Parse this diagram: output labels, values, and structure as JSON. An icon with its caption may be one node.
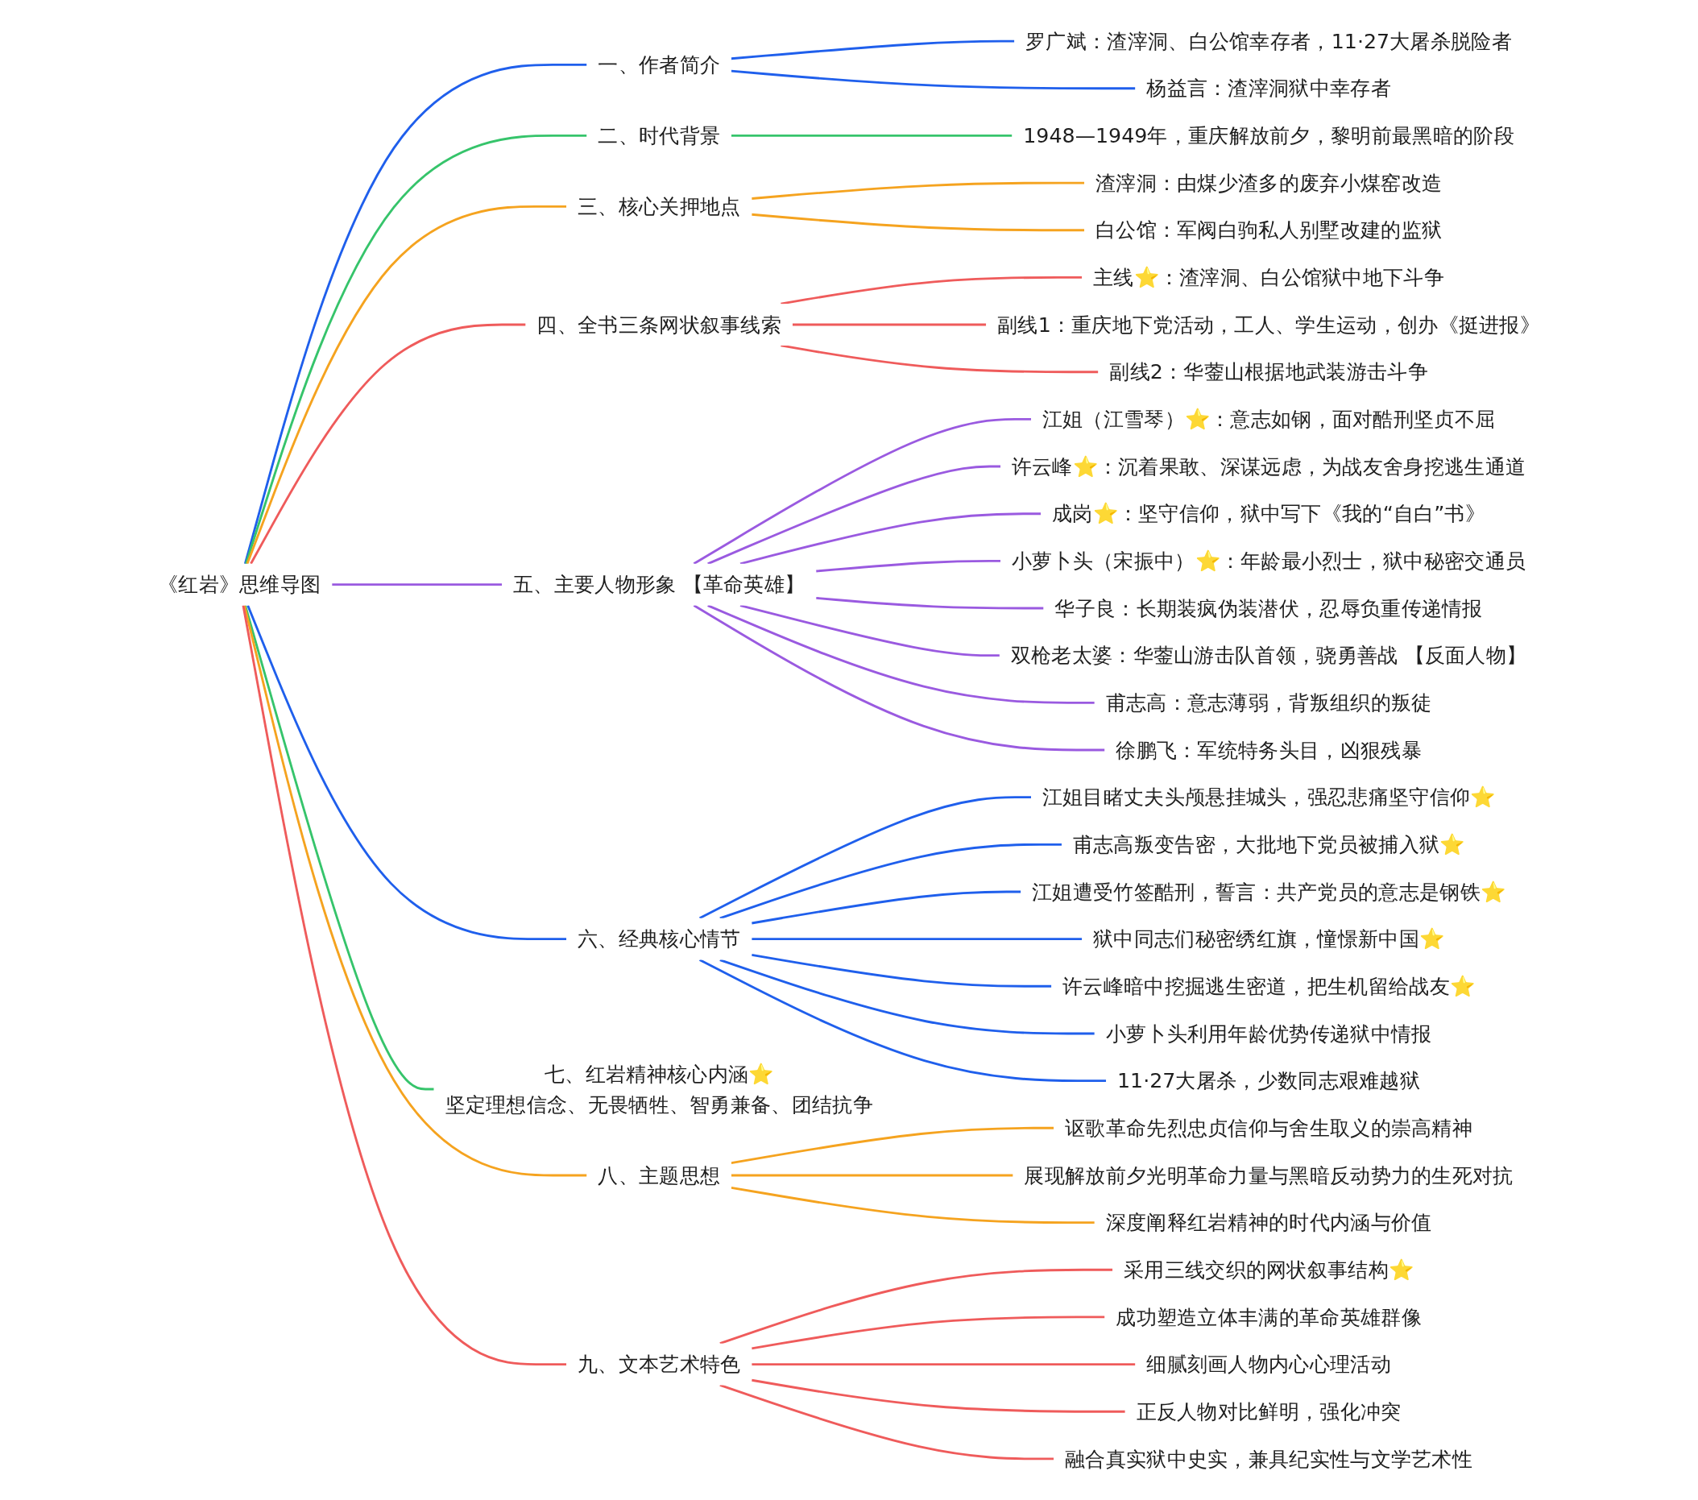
{
  "diagram": {
    "nodes": [
      {
        "text": [
          "《红岩》思维导图"
        ]
      },
      {
        "text": [
          "一、作者简介"
        ]
      },
      {
        "text": [
          "罗广斌：渣滓洞、白公馆幸存者，11·27大屠杀脱险者"
        ]
      },
      {
        "text": [
          "杨益言：渣滓洞狱中幸存者"
        ]
      },
      {
        "text": [
          "二、时代背景"
        ]
      },
      {
        "text": [
          "1948—1949年，重庆解放前夕，黎明前最黑暗的阶段"
        ]
      },
      {
        "text": [
          "三、核心关押地点"
        ]
      },
      {
        "text": [
          "渣滓洞：由煤少渣多的废弃小煤窑改造"
        ]
      },
      {
        "text": [
          "白公馆：军阀白驹私人别墅改建的监狱"
        ]
      },
      {
        "text": [
          "四、全书三条网状叙事线索"
        ]
      },
      {
        "text": [
          "主线⭐：渣滓洞、白公馆狱中地下斗争"
        ]
      },
      {
        "text": [
          "副线1：重庆地下党活动，工人、学生运动，创办《挺进报》"
        ]
      },
      {
        "text": [
          "副线2：华蓥山根据地武装游击斗争"
        ]
      },
      {
        "text": [
          "五、主要人物形象 【革命英雄】"
        ]
      },
      {
        "text": [
          "江姐（江雪琴）⭐：意志如钢，面对酷刑坚贞不屈"
        ]
      },
      {
        "text": [
          "许云峰⭐：沉着果敢、深谋远虑，为战友舍身挖逃生通道"
        ]
      },
      {
        "text": [
          "成岗⭐：坚守信仰，狱中写下《我的“自白”书》"
        ]
      },
      {
        "text": [
          "小萝卜头（宋振中）⭐：年龄最小烈士，狱中秘密交通员"
        ]
      },
      {
        "text": [
          "华子良：长期装疯伪装潜伏，忍辱负重传递情报"
        ]
      },
      {
        "text": [
          "双枪老太婆：华蓥山游击队首领，骁勇善战 【反面人物】"
        ]
      },
      {
        "text": [
          "甫志高：意志薄弱，背叛组织的叛徒"
        ]
      },
      {
        "text": [
          "徐鹏飞：军统特务头目，凶狠残暴"
        ]
      },
      {
        "text": [
          "六、经典核心情节"
        ]
      },
      {
        "text": [
          "江姐目睹丈夫头颅悬挂城头，强忍悲痛坚守信仰⭐"
        ]
      },
      {
        "text": [
          "甫志高叛变告密，大批地下党员被捕入狱⭐"
        ]
      },
      {
        "text": [
          "江姐遭受竹签酷刑，誓言：共产党员的意志是钢铁⭐"
        ]
      },
      {
        "text": [
          "狱中同志们秘密绣红旗，憧憬新中国⭐"
        ]
      },
      {
        "text": [
          "许云峰暗中挖掘逃生密道，把生机留给战友⭐"
        ]
      },
      {
        "text": [
          "小萝卜头利用年龄优势传递狱中情报"
        ]
      },
      {
        "text": [
          "11·27大屠杀，少数同志艰难越狱"
        ]
      },
      {
        "text": [
          "七、红岩精神核心内涵⭐",
          "坚定理想信念、无畏牺牲、智勇兼备、团结抗争"
        ]
      },
      {
        "text": [
          "八、主题思想"
        ]
      },
      {
        "text": [
          "讴歌革命先烈忠贞信仰与舍生取义的崇高精神"
        ]
      },
      {
        "text": [
          "展现解放前夕光明革命力量与黑暗反动势力的生死对抗"
        ]
      },
      {
        "text": [
          "深度阐释红岩精神的时代内涵与价值"
        ]
      },
      {
        "text": [
          "九、文本艺术特色"
        ]
      },
      {
        "text": [
          "采用三线交织的网状叙事结构⭐"
        ]
      },
      {
        "text": [
          "成功塑造立体丰满的革命英雄群像"
        ]
      },
      {
        "text": [
          "细腻刻画人物内心心理活动"
        ]
      },
      {
        "text": [
          "正反人物对比鲜明，强化冲突"
        ]
      },
      {
        "text": [
          "融合真实狱中史实，兼具纪实性与文学艺术性"
        ]
      }
    ],
    "edges": [
      {
        "from": 0,
        "to": 1,
        "arrow": "none"
      },
      {
        "from": 1,
        "to": 2,
        "arrow": "none"
      },
      {
        "from": 1,
        "to": 3,
        "arrow": "none"
      },
      {
        "from": 0,
        "to": 4,
        "arrow": "none",
        "color": "#36c46b"
      },
      {
        "from": 4,
        "to": 5,
        "arrow": "none",
        "color": "#36c46b"
      },
      {
        "from": 0,
        "to": 6,
        "arrow": "none",
        "color": "#f5a31f"
      },
      {
        "from": 6,
        "to": 7,
        "arrow": "none",
        "color": "#f5a31f"
      },
      {
        "from": 6,
        "to": 8,
        "arrow": "none",
        "color": "#f5a31f"
      },
      {
        "from": 0,
        "to": 9,
        "arrow": "none",
        "color": "#ef5b5b"
      },
      {
        "from": 9,
        "to": 10,
        "arrow": "none",
        "color": "#ef5b5b"
      },
      {
        "from": 9,
        "to": 11,
        "arrow": "none",
        "color": "#ef5b5b"
      },
      {
        "from": 9,
        "to": 12,
        "arrow": "none",
        "color": "#ef5b5b"
      },
      {
        "from": 0,
        "to": 13,
        "arrow": "none",
        "color": "#9a5ae0"
      },
      {
        "from": 13,
        "to": 14,
        "arrow": "none",
        "color": "#9a5ae0"
      },
      {
        "from": 13,
        "to": 15,
        "arrow": "none",
        "color": "#9a5ae0"
      },
      {
        "from": 13,
        "to": 16,
        "arrow": "none",
        "color": "#9a5ae0"
      },
      {
        "from": 13,
        "to": 17,
        "arrow": "none",
        "color": "#9a5ae0"
      },
      {
        "from": 13,
        "to": 18,
        "arrow": "none",
        "color": "#9a5ae0"
      },
      {
        "from": 13,
        "to": 19,
        "arrow": "none",
        "color": "#9a5ae0"
      },
      {
        "from": 13,
        "to": 20,
        "arrow": "none",
        "color": "#9a5ae0"
      },
      {
        "from": 13,
        "to": 21,
        "arrow": "none",
        "color": "#9a5ae0"
      },
      {
        "from": 0,
        "to": 22,
        "arrow": "none"
      },
      {
        "from": 22,
        "to": 23,
        "arrow": "none"
      },
      {
        "from": 22,
        "to": 24,
        "arrow": "none"
      },
      {
        "from": 22,
        "to": 25,
        "arrow": "none"
      },
      {
        "from": 22,
        "to": 26,
        "arrow": "none"
      },
      {
        "from": 22,
        "to": 27,
        "arrow": "none"
      },
      {
        "from": 22,
        "to": 28,
        "arrow": "none"
      },
      {
        "from": 22,
        "to": 29,
        "arrow": "none"
      },
      {
        "from": 0,
        "to": 30,
        "arrow": "none",
        "color": "#36c46b"
      },
      {
        "from": 0,
        "to": 31,
        "arrow": "none",
        "color": "#f5a31f"
      },
      {
        "from": 31,
        "to": 32,
        "arrow": "none",
        "color": "#f5a31f"
      },
      {
        "from": 31,
        "to": 33,
        "arrow": "none",
        "color": "#f5a31f"
      },
      {
        "from": 31,
        "to": 34,
        "arrow": "none",
        "color": "#f5a31f"
      },
      {
        "from": 0,
        "to": 35,
        "arrow": "none",
        "color": "#ef5b5b"
      },
      {
        "from": 35,
        "to": 36,
        "arrow": "none",
        "color": "#ef5b5b"
      },
      {
        "from": 35,
        "to": 37,
        "arrow": "none",
        "color": "#ef5b5b"
      },
      {
        "from": 35,
        "to": 38,
        "arrow": "none",
        "color": "#ef5b5b"
      },
      {
        "from": 35,
        "to": 39,
        "arrow": "none",
        "color": "#ef5b5b"
      },
      {
        "from": 35,
        "to": 40,
        "arrow": "none",
        "color": "#ef5b5b"
      }
    ]
  }
}
